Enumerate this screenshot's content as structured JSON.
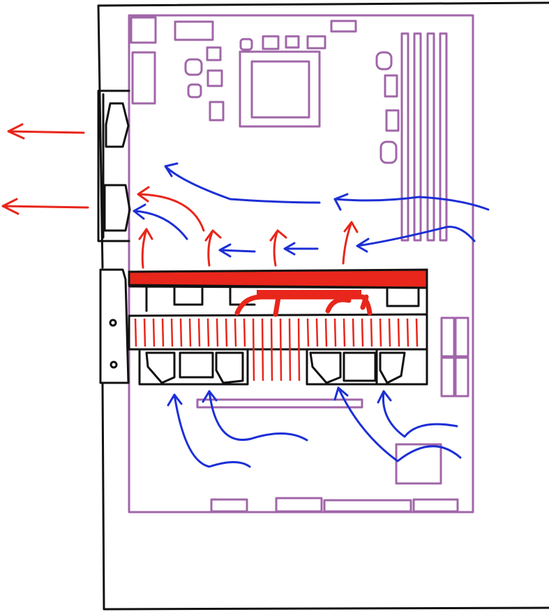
{
  "colors": {
    "case_outline": "#111111",
    "motherboard": "#a066a8",
    "hot_air": "#e8261b",
    "cool_air": "#1c2fd6",
    "gpu_outline": "#111111"
  },
  "components": {
    "case": "pc-case-side-view",
    "motherboard": "atx-motherboard",
    "cpu_socket": "cpu-socket",
    "ram": "ram-slots",
    "io_panel": "rear-io-panel",
    "gpu": "graphics-card",
    "gpu_cooler": "gpu-heatsink-fins",
    "pcie_slot": "pcie-slot",
    "sata": "sata-ports",
    "chipset": "chipset"
  },
  "airflow": {
    "cool": "intake-cool-air",
    "hot": "exhaust-hot-air"
  }
}
